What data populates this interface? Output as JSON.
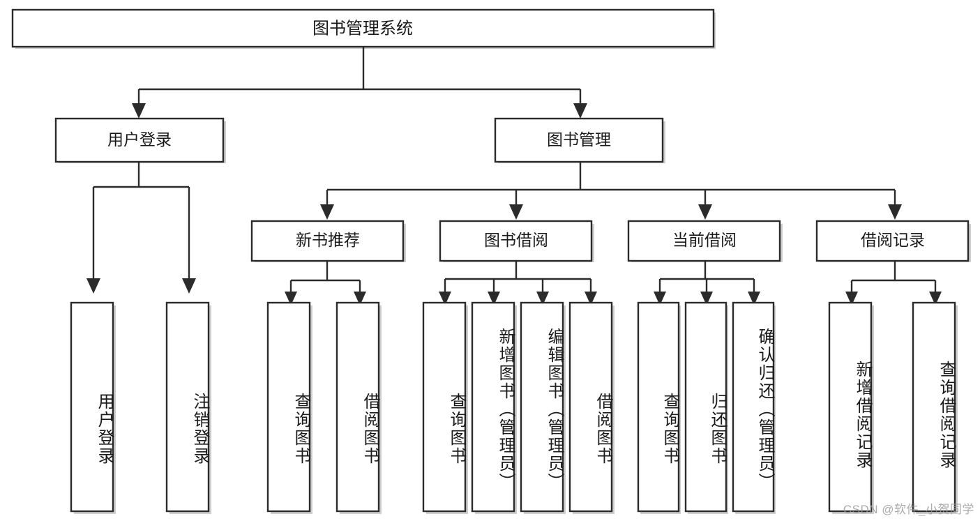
{
  "diagram": {
    "type": "tree",
    "title_node": {
      "label": "图书管理系统"
    },
    "level2": [
      {
        "label": "用户登录"
      },
      {
        "label": "图书管理"
      }
    ],
    "level3": [
      {
        "label": "新书推荐"
      },
      {
        "label": "图书借阅"
      },
      {
        "label": "当前借阅"
      },
      {
        "label": "借阅记录"
      }
    ],
    "leaves": {
      "user_login": [
        {
          "label": "用户登录"
        },
        {
          "label": "注销登录"
        }
      ],
      "new_book_recommend": [
        {
          "label": "查询图书"
        },
        {
          "label": "借阅图书"
        }
      ],
      "book_borrow": [
        {
          "label": "查询图书"
        },
        {
          "label": "新增图书（管理员）"
        },
        {
          "label": "编辑图书（管理员）"
        },
        {
          "label": "借阅图书"
        }
      ],
      "current_borrow": [
        {
          "label": "查询图书"
        },
        {
          "label": "归还图书"
        },
        {
          "label": "确认归还（管理员）"
        }
      ],
      "borrow_record": [
        {
          "label": "新增借阅记录"
        },
        {
          "label": "查询借阅记录"
        }
      ]
    }
  },
  "watermark": {
    "text": "CSDN @软件_小贺同学"
  },
  "colors": {
    "box_stroke": "#2b2b2b",
    "box_fill": "#ffffff",
    "text": "#1a1a1a",
    "shadow": "#bdbdbd",
    "watermark": "#9a9a9a",
    "background": "#ffffff"
  }
}
